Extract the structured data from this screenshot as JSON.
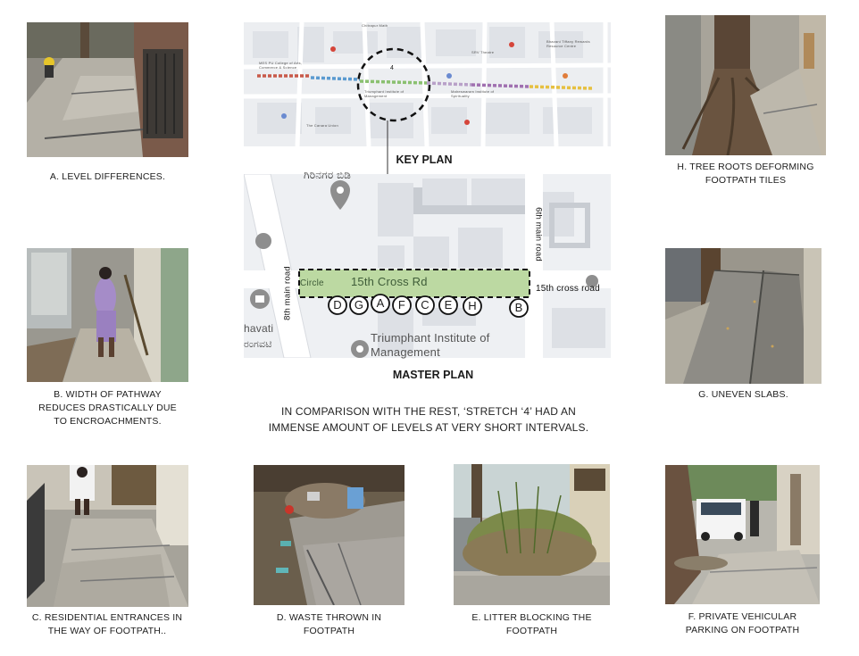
{
  "maps": {
    "key_plan": {
      "title": "KEY PLAN",
      "marker_label": "4",
      "labels": [
        "MES PU College of Arts, Commerce & Science",
        "Chitrapur Math",
        "Triumphant Institute of Management",
        "Maheswaram Institute of Spirituality",
        "The Canara Union",
        "SRV Theatre",
        "Bhavani Tiffany Rewards Resource Centre"
      ]
    },
    "master_plan": {
      "title": "MASTER PLAN",
      "road_top_kannada": "ಗಿರಿನಗರ ಬಿಡಿ",
      "stretch_label": "15th Cross Rd",
      "circle_label": "Circle",
      "road_8th": "8th main road",
      "road_6th": "6th main road",
      "road_15th": "15th cross road",
      "institute": "Triumphant Institute of Management",
      "bhavati": "havati",
      "kannada_left": "ರಂಗವಟಿ",
      "points": [
        "D",
        "G",
        "A",
        "F",
        "C",
        "E",
        "H",
        "B"
      ]
    }
  },
  "note": {
    "line1": "IN COMPARISON WITH THE REST, ‘STRETCH ‘4’ HAD AN",
    "line2": "IMMENSE AMOUNT OF LEVELS AT VERY SHORT INTERVALS."
  },
  "captions": {
    "a": {
      "line1": "A.   LEVEL DIFFERENCES."
    },
    "b": {
      "line1": "B.   WIDTH OF PATHWAY",
      "line2": "REDUCES  DRASTICALLY DUE",
      "line3": "TO ENCROACHMENTS."
    },
    "c": {
      "line1": "C.   RESIDENTIAL ENTRANCES IN",
      "line2": "THE  WAY OF FOOTPATH.."
    },
    "d": {
      "line1": "D.  WASTE THROWN IN",
      "line2": "FOOTPATH"
    },
    "e": {
      "line1": "E.  LITTER BLOCKING THE",
      "line2": "FOOTPATH"
    },
    "f": {
      "line1": "F. PRIVATE VEHICULAR",
      "line2": "PARKING ON  FOOTPATH"
    },
    "g": {
      "line1": "G.    UNEVEN SLABS."
    },
    "h": {
      "line1": "H.   TREE ROOTS DEFORMING",
      "line2": "FOOTPATH TILES"
    }
  },
  "colors": {
    "stretch_fill": "#bcd9a2",
    "map_bg": "#eef0f3",
    "road": "#ffffff",
    "point_stroke": "#111111"
  }
}
